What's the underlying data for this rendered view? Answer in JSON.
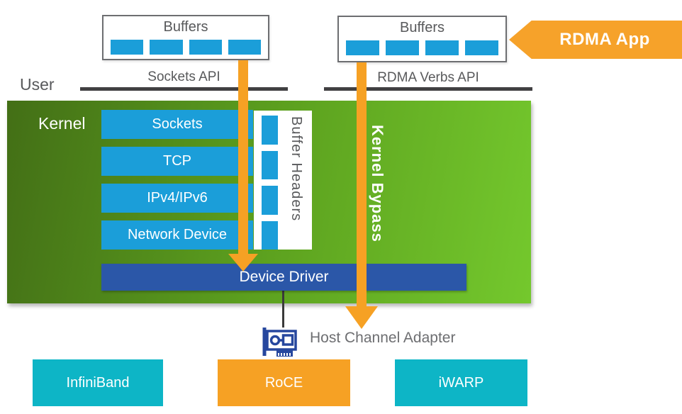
{
  "diagram": {
    "user_space": {
      "user_label": "User",
      "buffers_left": {
        "title": "Buffers",
        "slot_count": 4
      },
      "buffers_right": {
        "title": "Buffers",
        "slot_count": 4
      },
      "rdma_app": {
        "label": "RDMA App"
      },
      "sockets_api_label": "Sockets API",
      "rdma_verbs_api_label": "RDMA Verbs API"
    },
    "kernel_space": {
      "kernel_label": "Kernel",
      "stack": [
        "Sockets",
        "TCP",
        "IPv4/IPv6",
        "Network Device"
      ],
      "buffer_headers_label": "Buffer Headers",
      "buffer_header_bar_count": 4,
      "kernel_bypass_label": "Kernel Bypass",
      "device_driver_label": "Device Driver"
    },
    "hardware": {
      "host_channel_adapter_label": "Host Channel Adapter",
      "transports": [
        "InfiniBand",
        "RoCE",
        "iWARP"
      ]
    },
    "colors": {
      "buffer_blue": "#1b9ed9",
      "flow_orange": "#f6a124",
      "banner_orange": "#f6a22a",
      "transport_cyan": "#0db5c6",
      "device_driver_blue": "#2b57a8",
      "kernel_green_dark": "#436f16",
      "kernel_green_bright": "#74c82d",
      "text_gray": "#58595b",
      "line_dark": "#414042",
      "hca_navy": "#26479e"
    }
  }
}
